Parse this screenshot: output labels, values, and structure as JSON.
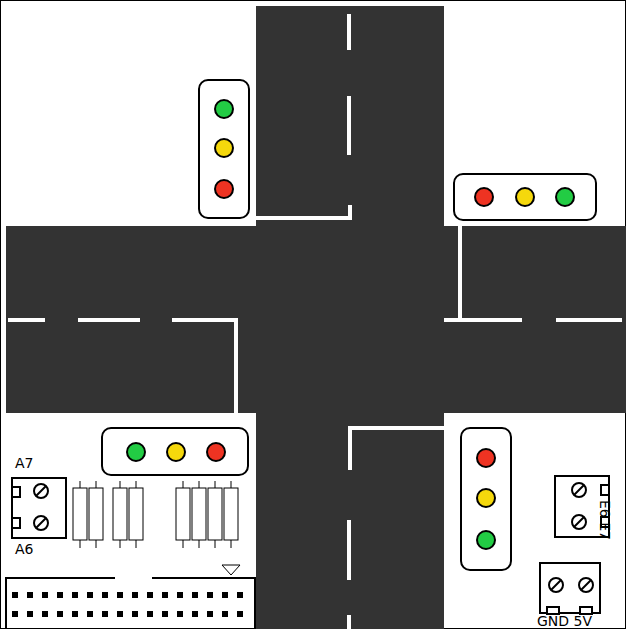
{
  "diagram": {
    "labels": [
      "A7",
      "A6",
      "E6 E7",
      "GND 5V"
    ]
  }
}
